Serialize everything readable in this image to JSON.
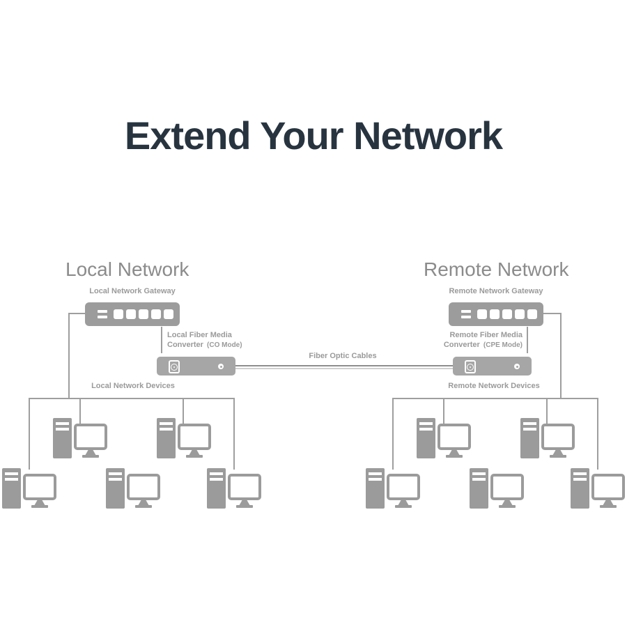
{
  "title": "Extend Your Network",
  "connection": {
    "label": "Fiber Optic Cables"
  },
  "local": {
    "heading": "Local Network",
    "gateway_label": "Local Network Gateway",
    "converter_line1": "Local Fiber Media",
    "converter_line2": "Converter",
    "converter_mode": "(CO Mode)",
    "devices_label": "Local Network Devices",
    "computer_count": 5
  },
  "remote": {
    "heading": "Remote Network",
    "gateway_label": "Remote Network Gateway",
    "converter_line1": "Remote Fiber Media",
    "converter_line2": "Converter",
    "converter_mode": "(CPE Mode)",
    "devices_label": "Remote Network Devices",
    "computer_count": 5
  },
  "icons": {
    "gateway": "ethernet-switch-ports",
    "converter_left_port": "fiber-sc-port",
    "converter_right_dot": "power-led",
    "computer": "desktop-tower-with-monitor"
  },
  "colors": {
    "title_text": "#273440",
    "heading_text": "#8b8b8b",
    "label_text": "#9a9a9a",
    "device_fill": "#9c9c9c",
    "converter_fill": "#a6a6a6",
    "line": "#9e9e9e",
    "background": "#ffffff"
  }
}
